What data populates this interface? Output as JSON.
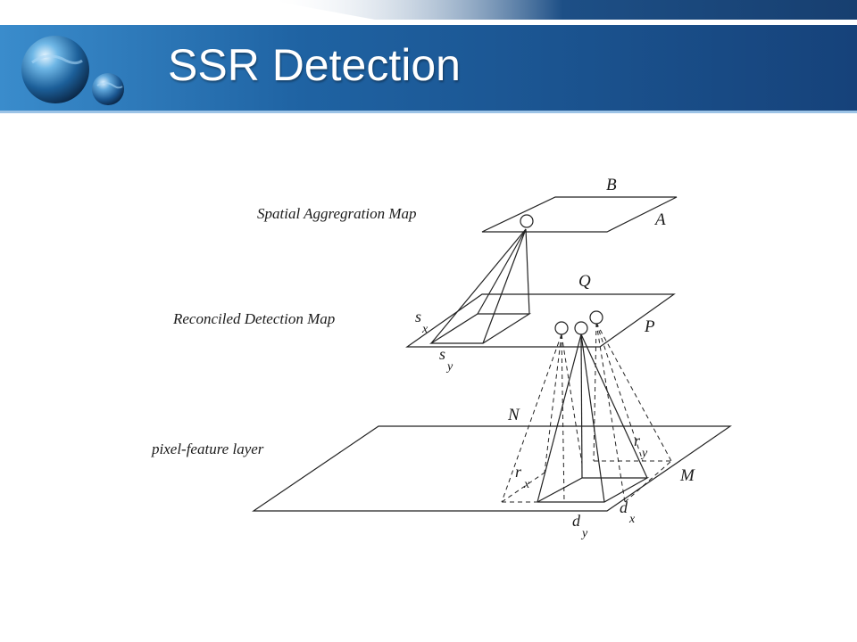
{
  "slide": {
    "title": "SSR Detection",
    "colors": {
      "header_dark": "#14365f",
      "header_mid": "#1f5d9a",
      "header_light": "#3a86c6"
    }
  },
  "diagram": {
    "layers": [
      {
        "id": "spatial-aggregation",
        "label": "Spatial Aggregration Map",
        "edges": [
          "B",
          "A"
        ]
      },
      {
        "id": "reconciled-detection",
        "label": "Reconciled Detection Map",
        "edges": [
          "Q",
          "P"
        ]
      },
      {
        "id": "pixel-feature",
        "label": "pixel-feature layer",
        "edges": [
          "N",
          "M"
        ]
      }
    ],
    "symbols": {
      "sx": {
        "base": "s",
        "sub": "x"
      },
      "sy": {
        "base": "s",
        "sub": "y"
      },
      "rx": {
        "base": "r",
        "sub": "x"
      },
      "ry": {
        "base": "r",
        "sub": "y"
      },
      "dx": {
        "base": "d",
        "sub": "x"
      },
      "dy": {
        "base": "d",
        "sub": "y"
      }
    }
  }
}
